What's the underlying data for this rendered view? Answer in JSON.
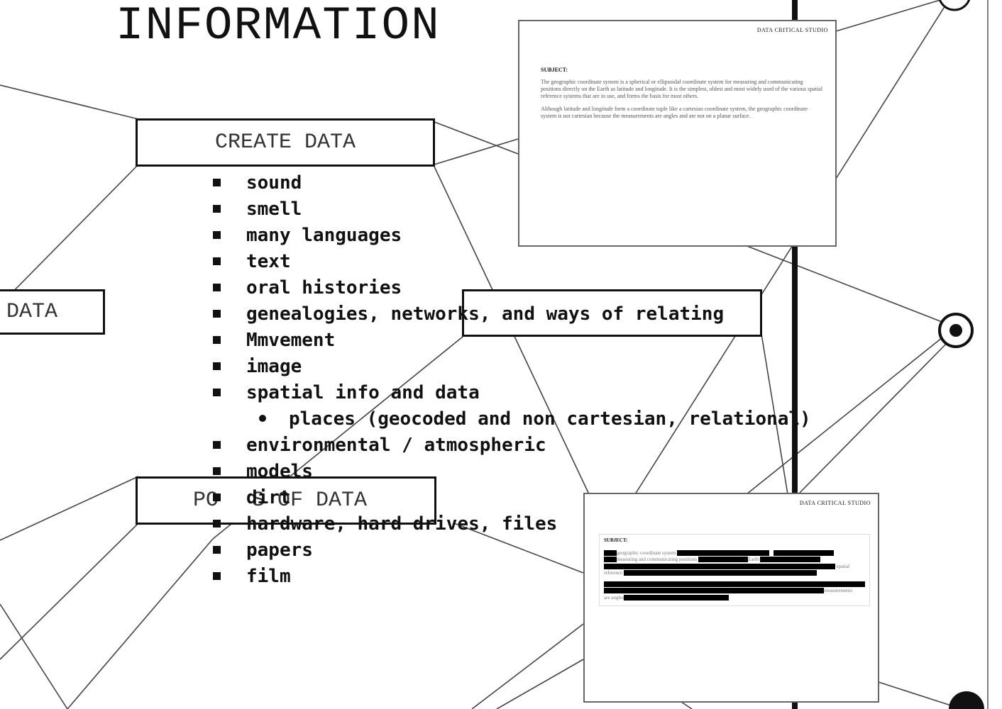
{
  "title": "INFORMATION",
  "nodes": {
    "create_data": "CREATE DATA",
    "left_data": "DATA",
    "possession": "PO",
    "possession_tail": "S OF DATA"
  },
  "doc_top": {
    "org": "DATA CRITICAL STUDIO",
    "subject": "SUBJECT:",
    "para1": "The geographic coordinate system is a spherical or ellipsoidal coordinate system for measuring and communicating positions directly on the Earth as latitude and longitude. It is the simplest, oldest and most widely used of the various spatial reference systems that are in use, and forms the basis for most others.",
    "para2": "Although latitude and longitude form a coordinate tuple like a cartesian coordinate system, the geographic coordinate system is not cartesian because the measurements are angles and are not on a planar surface."
  },
  "doc_bottom": {
    "org": "DATA CRITICAL STUDIO",
    "subject": "SUBJECT:",
    "w1": "geographic coordinate system",
    "w2": "measuring and communicating positions",
    "w3": "Earth",
    "w4": "spatial",
    "w5": "reference",
    "w6": "measurements",
    "w7": "are angles"
  },
  "list_items": [
    {
      "label": "sound",
      "level": 1
    },
    {
      "label": "smell",
      "level": 1
    },
    {
      "label": "many languages",
      "level": 1
    },
    {
      "label": "text",
      "level": 1
    },
    {
      "label": "oral histories",
      "level": 1
    },
    {
      "label": "genealogies, networks, and ways of relating",
      "level": 1
    },
    {
      "label": "Mmvement",
      "level": 1
    },
    {
      "label": "image",
      "level": 1
    },
    {
      "label": "spatial info and data",
      "level": 1
    },
    {
      "label": "places (geocoded and non cartesian, relational)",
      "level": 2
    },
    {
      "label": "environmental / atmospheric",
      "level": 1
    },
    {
      "label": "models",
      "level": 1
    },
    {
      "label": "dirt",
      "level": 1
    },
    {
      "label": "hardware, hard drives, files",
      "level": 1
    },
    {
      "label": "papers",
      "level": 1
    },
    {
      "label": "film",
      "level": 1
    }
  ]
}
